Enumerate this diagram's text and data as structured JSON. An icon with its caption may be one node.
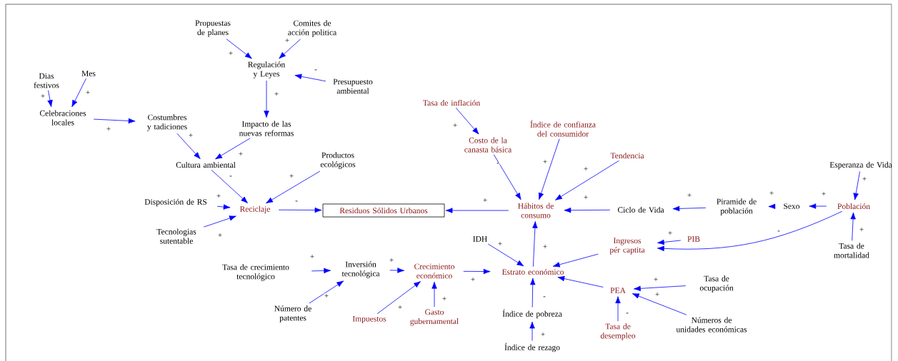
{
  "diagram": {
    "nodes": [
      {
        "text": [
          "Dias festivos"
        ]
      },
      {
        "text": [
          "Mes"
        ]
      },
      {
        "text": [
          "Celebraciones locales"
        ]
      },
      {
        "text": [
          "Costumbres y tadiciones"
        ]
      },
      {
        "text": [
          "Propuestas de planes"
        ]
      },
      {
        "text": [
          "Comites de acción politica"
        ]
      },
      {
        "text": [
          "Regulación y Leyes"
        ]
      },
      {
        "text": [
          "Presupuesto ambiental"
        ]
      },
      {
        "text": [
          "Impacto de las nuevas reformas"
        ]
      },
      {
        "text": [
          "Cultura ambiental"
        ]
      },
      {
        "text": [
          "Productos ecológicos"
        ]
      },
      {
        "text": [
          "Disposición de RS"
        ]
      },
      {
        "text": [
          "Reciclaje"
        ]
      },
      {
        "text": [
          "Tecnologias sutentable"
        ]
      },
      {
        "text": [
          "Residuos Sólidos Urbanos"
        ]
      },
      {
        "text": [
          "Tasa de inflación"
        ]
      },
      {
        "text": [
          "Costo de la canasta básica"
        ]
      },
      {
        "text": [
          "Índice de confianza del consumidor"
        ]
      },
      {
        "text": [
          "Tendencia"
        ]
      },
      {
        "text": [
          "Hábitos de consumo"
        ]
      },
      {
        "text": [
          "Ciclo de Vida"
        ]
      },
      {
        "text": [
          "Piramide de población"
        ]
      },
      {
        "text": [
          "Sexo"
        ]
      },
      {
        "text": [
          "Esperanza de Vida"
        ]
      },
      {
        "text": [
          "Población"
        ]
      },
      {
        "text": [
          "Ingresos pér captita"
        ]
      },
      {
        "text": [
          "PIB"
        ]
      },
      {
        "text": [
          "Tasa de mortalidad"
        ]
      },
      {
        "text": [
          "IDH"
        ]
      },
      {
        "text": [
          "Tasa de crecimiento tecnológico"
        ]
      },
      {
        "text": [
          "Inversión tecnológica"
        ]
      },
      {
        "text": [
          "Crecimiento económico"
        ]
      },
      {
        "text": [
          "Estrato económico"
        ]
      },
      {
        "text": [
          "Número de patentes"
        ]
      },
      {
        "text": [
          "Impuestos"
        ]
      },
      {
        "text": [
          "Gasto gubernamental"
        ]
      },
      {
        "text": [
          "Índice de pobreza"
        ]
      },
      {
        "text": [
          "Índice de rezago"
        ]
      },
      {
        "text": [
          "PEA"
        ]
      },
      {
        "text": [
          "Tasa de ocupación"
        ]
      },
      {
        "text": [
          "Números de unidades económicas"
        ]
      },
      {
        "text": [
          "Tasa de desempleo"
        ]
      }
    ],
    "edges": [
      {
        "from": 0,
        "to": 2,
        "arrow": "to",
        "label": "+"
      },
      {
        "from": 1,
        "to": 2,
        "arrow": "to",
        "label": "+"
      },
      {
        "from": 2,
        "to": 3,
        "arrow": "to",
        "label": "+"
      },
      {
        "from": 4,
        "to": 6,
        "arrow": "to",
        "label": "+"
      },
      {
        "from": 5,
        "to": 6,
        "arrow": "to",
        "label": "+"
      },
      {
        "from": 7,
        "to": 6,
        "arrow": "to",
        "label": "-"
      },
      {
        "from": 6,
        "to": 8,
        "arrow": "to",
        "label": "+"
      },
      {
        "from": 3,
        "to": 9,
        "arrow": "to",
        "label": "+"
      },
      {
        "from": 8,
        "to": 9,
        "arrow": "to",
        "label": "+"
      },
      {
        "from": 9,
        "to": 12,
        "arrow": "to",
        "label": "-"
      },
      {
        "from": 10,
        "to": 12,
        "arrow": "to",
        "label": "+"
      },
      {
        "from": 11,
        "to": 12,
        "arrow": "to",
        "label": "+"
      },
      {
        "from": 13,
        "to": 12,
        "arrow": "to",
        "label": "+"
      },
      {
        "from": 12,
        "to": 14,
        "arrow": "to",
        "label": "-"
      },
      {
        "from": 19,
        "to": 14,
        "arrow": "to",
        "label": "+"
      },
      {
        "from": 15,
        "to": 16,
        "arrow": "to",
        "label": "+"
      },
      {
        "from": 16,
        "to": 19,
        "arrow": "to",
        "label": "-"
      },
      {
        "from": 17,
        "to": 19,
        "arrow": "to",
        "label": "+"
      },
      {
        "from": 18,
        "to": 19,
        "arrow": "to",
        "label": "+"
      },
      {
        "from": 20,
        "to": 19,
        "arrow": "to",
        "label": "+"
      },
      {
        "from": 21,
        "to": 20,
        "arrow": "to",
        "label": "+"
      },
      {
        "from": 22,
        "to": 21,
        "arrow": "to",
        "label": "+"
      },
      {
        "from": 24,
        "to": 22,
        "arrow": "to",
        "label": "+"
      },
      {
        "from": 23,
        "to": 24,
        "arrow": "to",
        "label": "+"
      },
      {
        "from": 27,
        "to": 24,
        "arrow": "to",
        "label": "+"
      },
      {
        "from": 24,
        "to": 25,
        "arrow": "to",
        "label": "-"
      },
      {
        "from": 26,
        "to": 25,
        "arrow": "to",
        "label": "+"
      },
      {
        "from": 25,
        "to": 32,
        "arrow": "to"
      },
      {
        "from": 28,
        "to": 32,
        "arrow": "to",
        "label": "+"
      },
      {
        "from": 32,
        "to": 19,
        "arrow": "to",
        "label": "+"
      },
      {
        "from": 29,
        "to": 30,
        "arrow": "to",
        "label": "+"
      },
      {
        "from": 33,
        "to": 30,
        "arrow": "to",
        "label": "+"
      },
      {
        "from": 30,
        "to": 31,
        "arrow": "to",
        "label": "+"
      },
      {
        "from": 31,
        "to": 32,
        "arrow": "to",
        "label": "+"
      },
      {
        "from": 34,
        "to": 31,
        "arrow": "to",
        "label": "+"
      },
      {
        "from": 35,
        "to": 31,
        "arrow": "to",
        "label": "+"
      },
      {
        "from": 36,
        "to": 32,
        "arrow": "to",
        "label": "-"
      },
      {
        "from": 37,
        "to": 36,
        "arrow": "to",
        "label": "+"
      },
      {
        "from": 38,
        "to": 32,
        "arrow": "to"
      },
      {
        "from": 39,
        "to": 38,
        "arrow": "to",
        "label": "+"
      },
      {
        "from": 40,
        "to": 38,
        "arrow": "to",
        "label": "+"
      },
      {
        "from": 41,
        "to": 38,
        "arrow": "to",
        "label": "-"
      }
    ]
  }
}
